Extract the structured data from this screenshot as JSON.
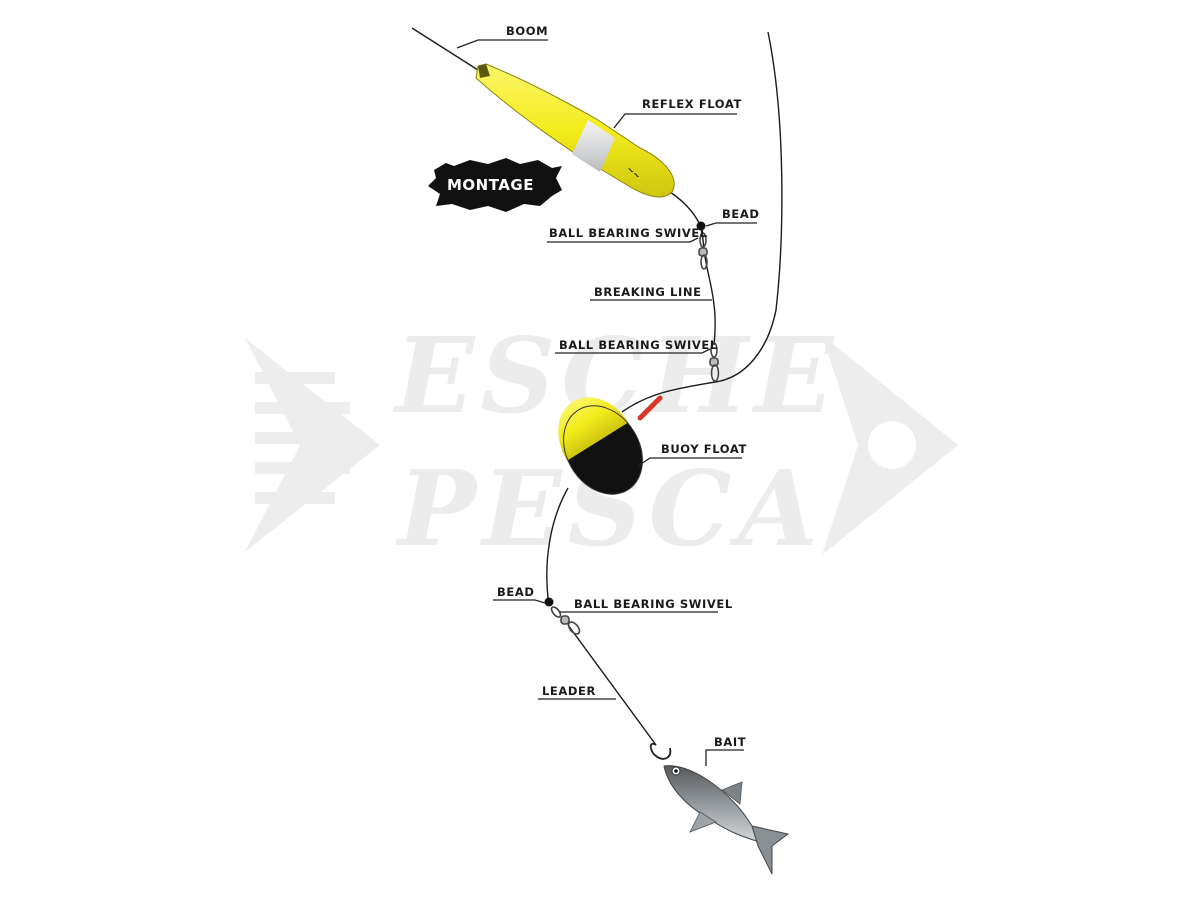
{
  "badge": {
    "text": "MONTAGE"
  },
  "watermark": {
    "line1": "ESCHE",
    "line2": "PESCA"
  },
  "labels": {
    "boom": "BOOM",
    "reflex_float": "REFLEX FLOAT",
    "bead_top": "BEAD",
    "swivel_top": "BALL BEARING SWIVEL",
    "breaking_line": "BREAKING LINE",
    "swivel_mid": "BALL BEARING SWIVEL",
    "buoy_float": "BUOY FLOAT",
    "bead_bottom": "BEAD",
    "swivel_bottom": "BALL BEARING SWIVEL",
    "leader": "LEADER",
    "bait": "BAIT"
  },
  "colors": {
    "float_yellow": "#f3ec1c",
    "float_black": "#111111",
    "line": "#1c1c1c",
    "watermark": "#ececec",
    "fish_body": "#8a8f93",
    "antenna": "#d9352a"
  }
}
